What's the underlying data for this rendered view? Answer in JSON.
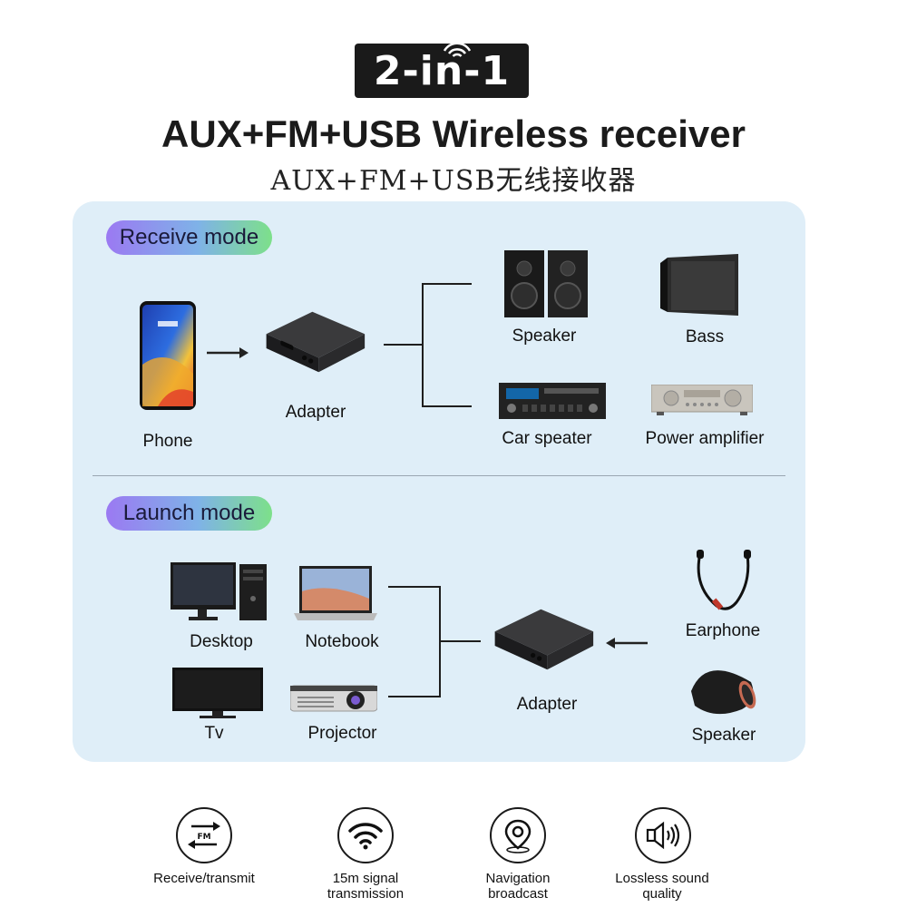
{
  "header": {
    "badge": "2-in-1",
    "title": "AUX+FM+USB Wireless receiver",
    "subtitle": "AUX+FM+USB无线接收器"
  },
  "receive": {
    "mode_label": "Receive mode",
    "source": "Phone",
    "adapter": "Adapter",
    "outputs": [
      "Speaker",
      "Bass",
      "Car speater",
      "Power amplifier"
    ]
  },
  "launch": {
    "mode_label": "Launch mode",
    "sources": [
      "Desktop",
      "Notebook",
      "Tv",
      "Projector"
    ],
    "adapter": "Adapter",
    "outputs": [
      "Earphone",
      "Speaker"
    ]
  },
  "features": [
    {
      "icon": "fm-transfer-icon",
      "label_line1": "Receive/transmit",
      "label_line2": ""
    },
    {
      "icon": "wifi-icon",
      "label_line1": "15m signal",
      "label_line2": "transmission"
    },
    {
      "icon": "location-pin-icon",
      "label_line1": "Navigation",
      "label_line2": "broadcast"
    },
    {
      "icon": "speaker-sound-icon",
      "label_line1": "Lossless sound",
      "label_line2": "quality"
    }
  ],
  "icon_fm_text": "FM",
  "colors": {
    "panel": "#dfeef8",
    "pill_start": "#9b79f2",
    "pill_end": "#7de08a",
    "badge": "#1a1a1a"
  }
}
